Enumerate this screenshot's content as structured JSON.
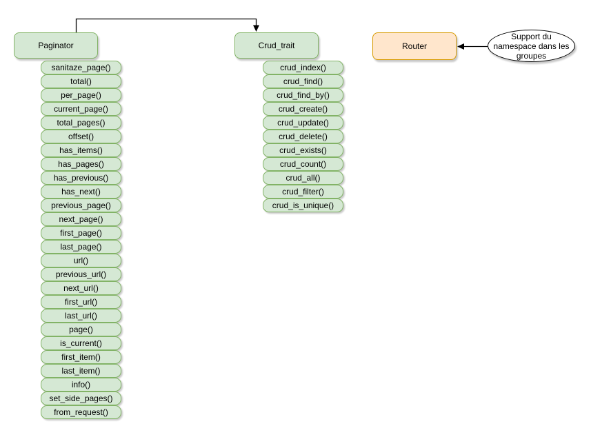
{
  "paginator": {
    "title": "Paginator",
    "methods": [
      "sanitaze_page()",
      "total()",
      "per_page()",
      "current_page()",
      "total_pages()",
      "offset()",
      "has_items()",
      "has_pages()",
      "has_previous()",
      "has_next()",
      "previous_page()",
      "next_page()",
      "first_page()",
      "last_page()",
      "url()",
      "previous_url()",
      "next_url()",
      "first_url()",
      "last_url()",
      "page()",
      "is_current()",
      "first_item()",
      "last_item()",
      "info()",
      "set_side_pages()",
      "from_request()"
    ]
  },
  "crud_trait": {
    "title": "Crud_trait",
    "methods": [
      "crud_index()",
      "crud_find()",
      "crud_find_by()",
      "crud_create()",
      "crud_update()",
      "crud_delete()",
      "crud_exists()",
      "crud_count()",
      "crud_all()",
      "crud_filter()",
      "crud_is_unique()"
    ]
  },
  "router": {
    "label": "Router"
  },
  "note": {
    "text": "Support du namespace dans les groupes"
  },
  "colors": {
    "method_fill": "#d5e8d4",
    "method_border": "#82b366",
    "router_fill": "#ffe6cc",
    "router_border": "#d79b00",
    "note_fill": "#ffffff",
    "note_border": "#000000",
    "connector": "#000000"
  }
}
